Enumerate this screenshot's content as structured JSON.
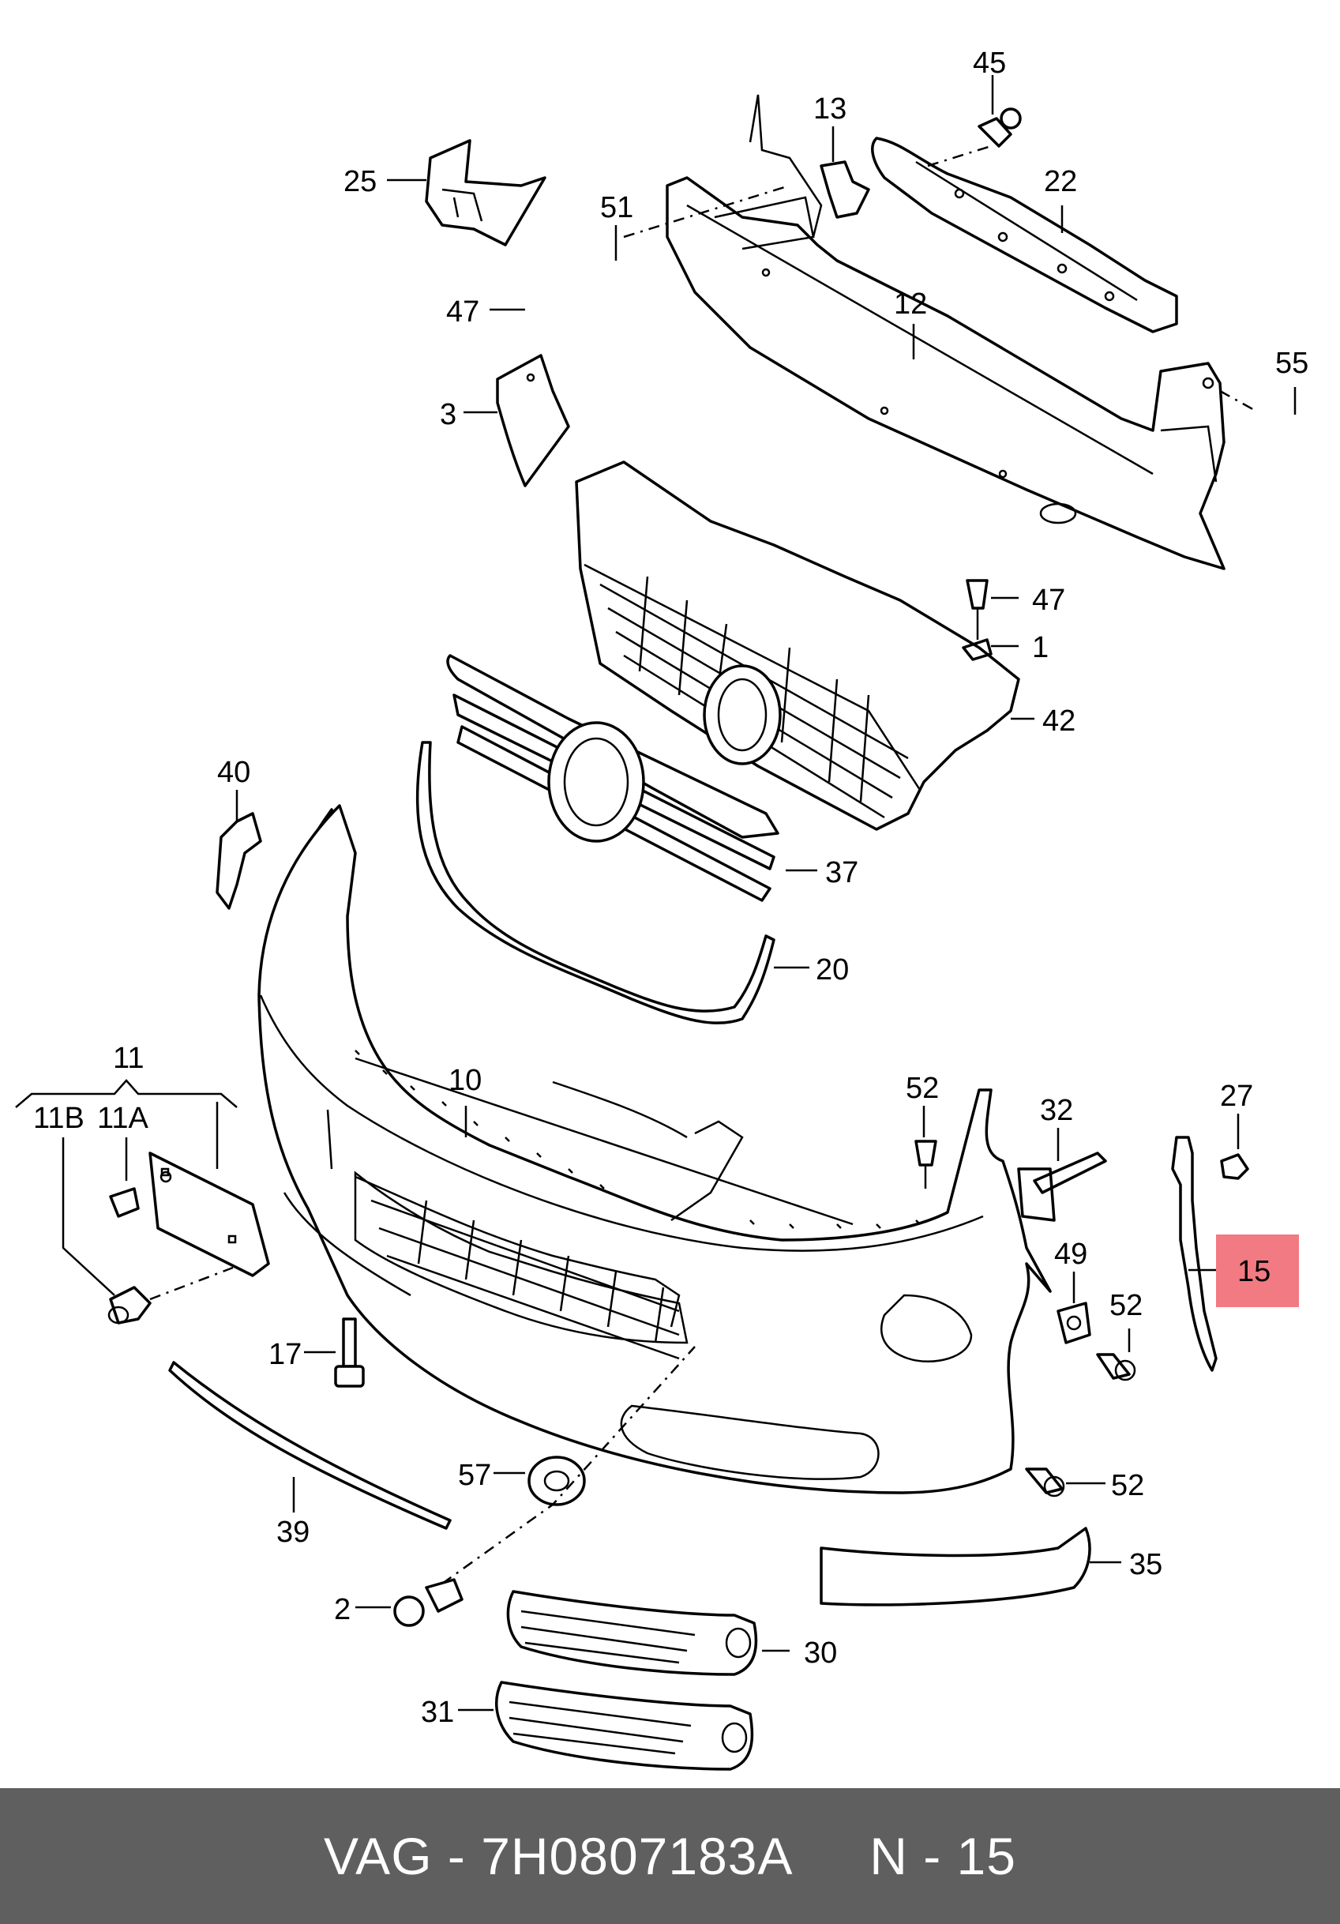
{
  "labels": {
    "l45": "45",
    "l13": "13",
    "l25": "25",
    "l51": "51",
    "l22": "22",
    "l47a": "47",
    "l12": "12",
    "l55": "55",
    "l3": "3",
    "l47b": "47",
    "l1": "1",
    "l42": "42",
    "l40": "40",
    "l37": "37",
    "l20": "20",
    "l11": "11",
    "l11b": "11B",
    "l11a": "11A",
    "l10": "10",
    "l52a": "52",
    "l32": "32",
    "l27": "27",
    "l15": "15",
    "l49": "49",
    "l52b": "52",
    "l17": "17",
    "l57": "57",
    "l52c": "52",
    "l39": "39",
    "l35": "35",
    "l2": "2",
    "l30": "30",
    "l31": "31"
  },
  "highlighted_part": "15",
  "highlight_color": "#f27a82",
  "footer": {
    "brand": "VAG",
    "separator": " - ",
    "part_number": "7H0807183A",
    "position_label": "N - 15",
    "background_color": "#5f5f5f"
  }
}
